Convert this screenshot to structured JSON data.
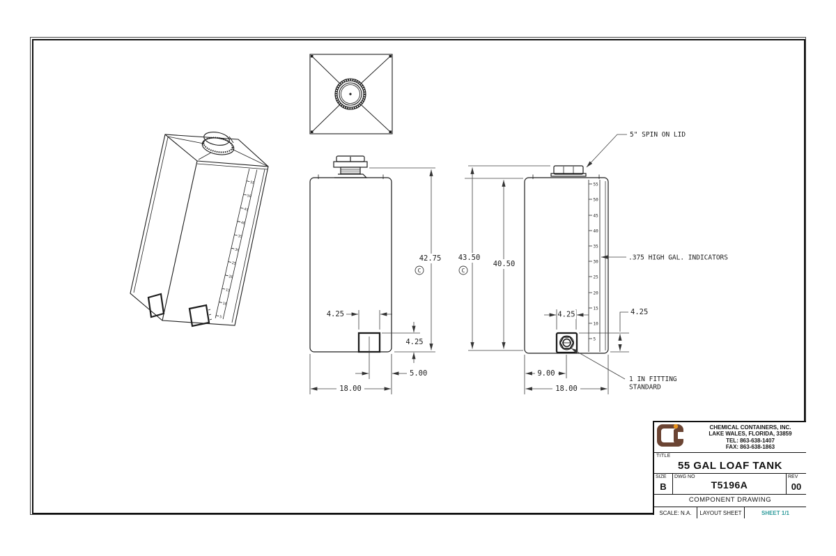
{
  "drawing": {
    "annotations": {
      "spin_on_lid": "5\" SPIN ON LID",
      "gal_indicators": ".375 HIGH GAL. INDICATORS",
      "fitting_line1": "1 IN FITTING",
      "fitting_line2": "STANDARD"
    },
    "dims": {
      "front_height": "42.75",
      "side_height_overall": "43.50",
      "side_height_body": "40.50",
      "front_sump_width": "4.25",
      "front_sump_height": "4.25",
      "front_sump_offset": "5.00",
      "front_width": "18.00",
      "side_sump_width": "4.25",
      "side_sump_height": "4.25",
      "side_sump_center": "9.00",
      "side_width": "18.00",
      "centerline": "C"
    },
    "gauge": [
      "55",
      "50",
      "45",
      "40",
      "35",
      "30",
      "25",
      "20",
      "15",
      "10",
      "5"
    ]
  },
  "title_block": {
    "company": [
      "CHEMICAL CONTAINERS, INC.",
      "LAKE WALES, FLORIDA, 33859",
      "TEL: 863-638-1407",
      "FAX: 863-638-1863"
    ],
    "title_label": "TITLE",
    "title": "55 GAL LOAF TANK",
    "size_label": "SIZE",
    "size": "B",
    "dwg_label": "DWG NO",
    "dwg_no": "T5196A",
    "rev_label": "REV",
    "rev": "00",
    "doc_type": "COMPONENT DRAWING",
    "scale": "SCALE: N.A.",
    "layout": "LAYOUT SHEET",
    "sheet": "SHEET 1/1",
    "colors": {
      "accent_teal": "#2e9b9b",
      "logo_brown": "#6b4433",
      "logo_orange": "#e8931c"
    }
  }
}
